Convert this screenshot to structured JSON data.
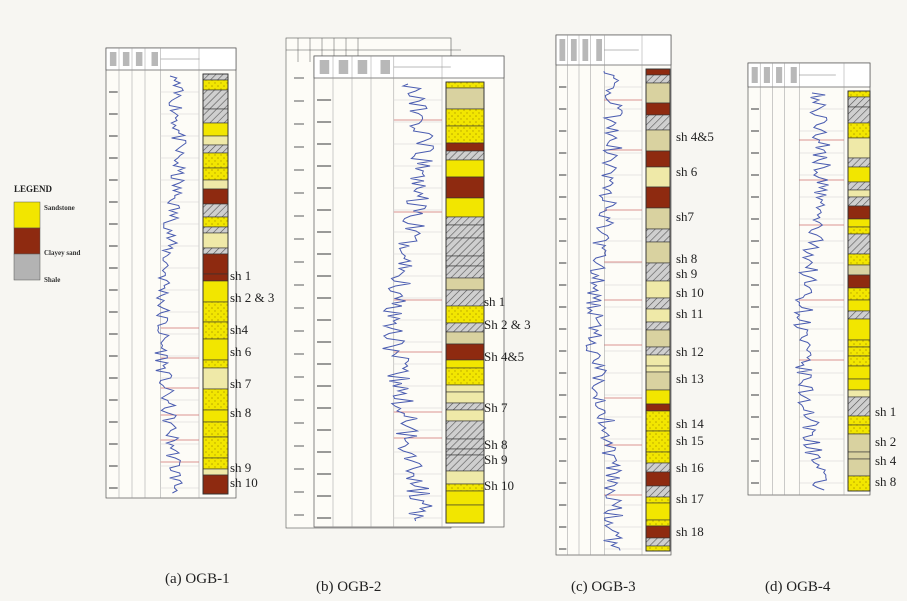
{
  "legend": {
    "title": "LEGEND",
    "items": [
      {
        "label": "Sandstone",
        "color": "#f2e600"
      },
      {
        "label": "Clayey sand",
        "color": "#8e2a10"
      },
      {
        "label": "Shale",
        "color": "#b3b3b3"
      }
    ]
  },
  "wells": [
    {
      "caption": "(a) OGB-1",
      "shale_labels": [
        "sh 1",
        "sh 2 & 3",
        "sh4",
        "sh 6",
        "sh 7",
        "sh 8",
        "sh 9",
        "sh 10"
      ]
    },
    {
      "caption": "(b) OGB-2",
      "shale_labels": [
        "sh 1",
        "Sh 2 & 3",
        "Sh 4&5",
        "Sh 7",
        "Sh 8",
        "Sh 9",
        "Sh 10"
      ]
    },
    {
      "caption": "(c) OGB-3",
      "shale_labels": [
        "sh 4&5",
        "sh 6",
        "sh7",
        "sh 8",
        "sh 9",
        "sh 10",
        "sh 11",
        "sh 12",
        "sh 13",
        "sh 14",
        "sh 15",
        "sh 16",
        "sh 17",
        "sh 18"
      ]
    },
    {
      "caption": "(d) OGB-4",
      "shale_labels": [
        "sh 1",
        "sh 2",
        "sh 4",
        "sh 8"
      ]
    }
  ],
  "colors": {
    "sandstone": "#f2e600",
    "clayey_sand": "#8e2a10",
    "shale": "#b3b3b3",
    "log_curve": "#4a5cb0",
    "correlation_line": "#d07070",
    "log_paper": "#fdfcf7",
    "frame": "#555555"
  }
}
